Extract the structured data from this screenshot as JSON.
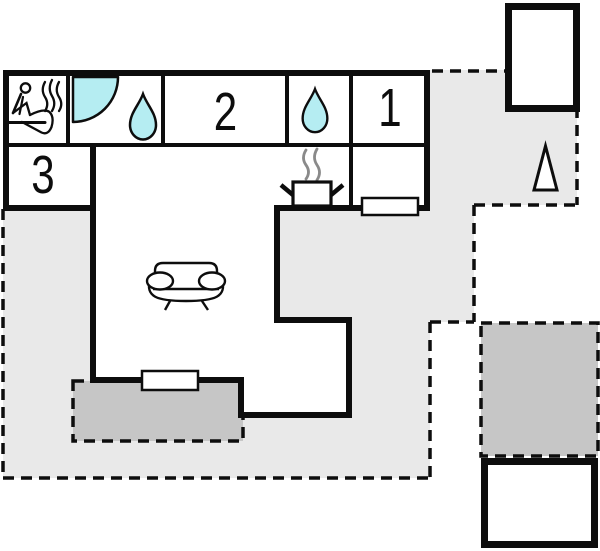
{
  "plan": {
    "title": "holiday-home-floor-plan",
    "rooms": [
      {
        "id": "room-1",
        "label": "1"
      },
      {
        "id": "room-2",
        "label": "2"
      },
      {
        "id": "room-3",
        "label": "3"
      }
    ],
    "icons": [
      "sauna-icon",
      "shower-icon",
      "bathroom-water-drop-icon",
      "wc-water-drop-icon",
      "stove-pot-icon",
      "steam-icon",
      "sofa-icon",
      "north-arrow-icon"
    ],
    "colors": {
      "grounds": "#e9e9e9",
      "terrace": "#c6c6c6",
      "water": "#b5edf2",
      "wall": "#0d0d0d",
      "steam": "#8a8a8a",
      "background": "#ffffff"
    }
  }
}
